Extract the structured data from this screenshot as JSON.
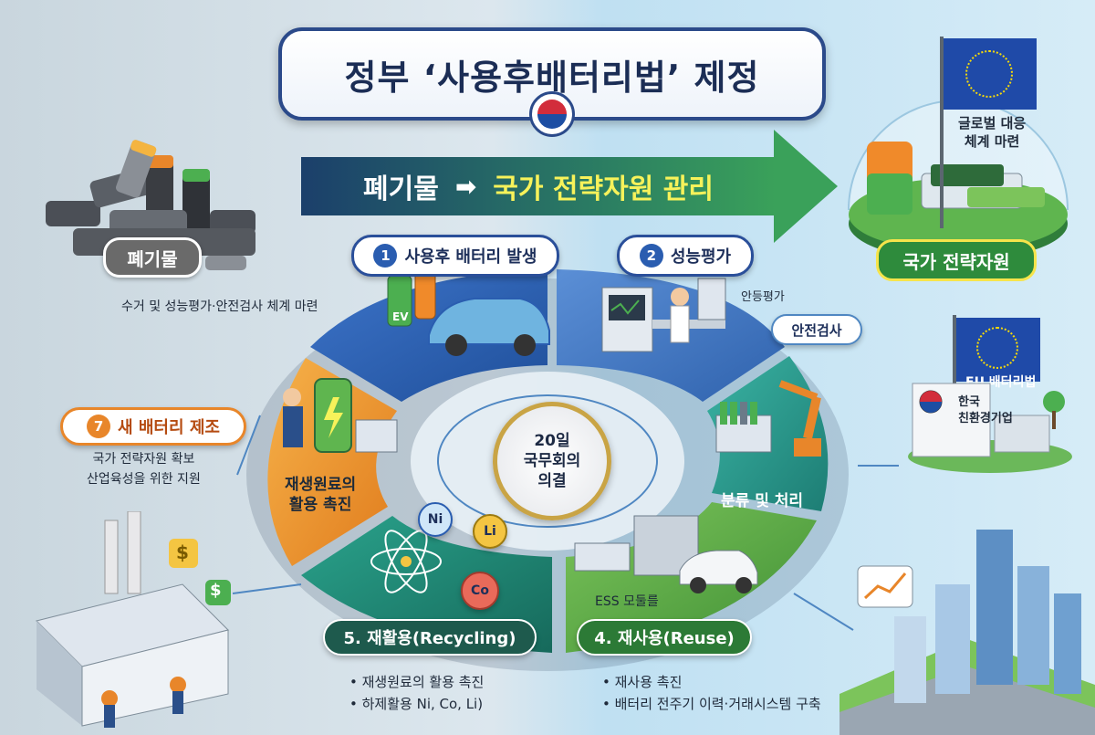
{
  "title": "정부 ‘사용후배터리법’ 제정",
  "banner": {
    "from": "폐기물",
    "arrow": "➡",
    "to": "국가 전략자원 관리"
  },
  "left": {
    "waste_tag": "폐기물",
    "waste_note": "수거 및 성능평가·안전검사 체계 마련"
  },
  "right": {
    "global_note_1": "글로벌 대응",
    "global_note_2": "체계 마련",
    "strategic_tag": "국가 전략자원",
    "eu_flag_label": "EU 배터리법",
    "company_label_1": "한국",
    "company_label_2": "친환경기업"
  },
  "steps": {
    "s1": {
      "num": "1",
      "label": "사용후 배터리 발생"
    },
    "s2": {
      "num": "2",
      "label": "성능평가"
    },
    "s2_note_a": "안등평가",
    "s2_note_b": "안전검사",
    "s3_label": "분류 및 처리",
    "s4": {
      "label": "4. 재사용(Reuse)",
      "inner": "ESS 모둘를"
    },
    "s5": {
      "label": "5. 재활용(Recycling)"
    },
    "s6_label_1": "재생원료의",
    "s6_label_2": "활용 촉진",
    "s7": {
      "num": "7",
      "label": "새 배터리 제조"
    }
  },
  "notes": {
    "s7_1": "국가 전략자원 확보",
    "s7_2": "산업육성을 위한 지원",
    "s5_1": "재생원료의 활용 촉진",
    "s5_2": "하제활용 Ni, Co, Li)",
    "s4_1": "재사용 촉진",
    "s4_2": "배터리 전주기 이력·거래시스템 구축"
  },
  "center": {
    "line1": "20일",
    "line2": "국무회의",
    "line3": "의결"
  },
  "elements": {
    "ni": "Ni",
    "li": "Li",
    "co": "Co",
    "ev": "EV"
  },
  "colors": {
    "navy": "#1b2d55",
    "blue": "#2a5db0",
    "teal": "#1e5a4d",
    "green": "#2c7a36",
    "orange": "#e8862a",
    "strategic_green": "#2e8b3c"
  },
  "icons": [
    "battery-pile-icon",
    "ev-car-icon",
    "lab-technician-icon",
    "robot-arm-icon",
    "ess-container-icon",
    "atom-icon",
    "factory-icon",
    "city-icon",
    "eu-flag-icon",
    "korea-emblem-icon"
  ]
}
